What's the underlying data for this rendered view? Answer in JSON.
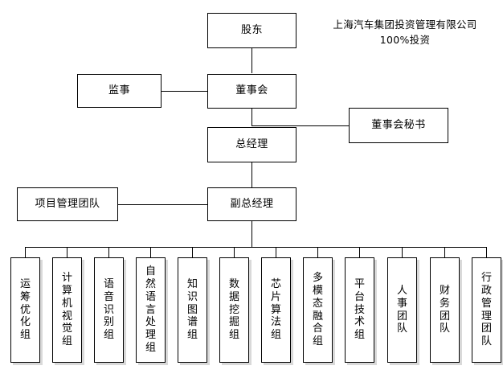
{
  "diagram": {
    "title_note": "上海汽车集团投资管理有限公司\n100%投资",
    "nodes": {
      "shareholder": "股东",
      "supervisor": "监事",
      "board": "董事会",
      "board_secretary": "董事会秘书",
      "general_manager": "总经理",
      "project_team": "项目管理团队",
      "deputy_gm": "副总经理"
    },
    "departments": [
      "运筹优化组",
      "计算机视觉组",
      "语音识别组",
      "自然语言处理组",
      "知识图谱组",
      "数据挖掘组",
      "芯片算法组",
      "多模态融合组",
      "平台技术组",
      "人事团队",
      "财务团队",
      "行政管理团队"
    ]
  },
  "colors": {
    "line": "#000000",
    "box_fill": "#ffffff",
    "shadow": "#d9d9d9"
  }
}
